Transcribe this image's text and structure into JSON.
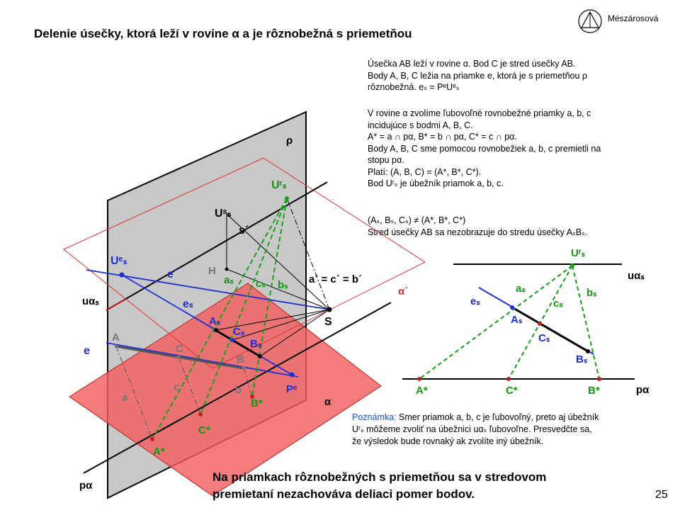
{
  "author": "Mészárosová",
  "title": "Delenie úsečky, ktorá leží v rovine α a je rôznobežná s priemetňou",
  "paragraph1": [
    "Úsečka AB leží v rovine α. Bod C je stred úsečky AB.",
    "Body A, B, C ležia na priamke e, ktorá je s priemetňou ρ",
    "rôznobežná.   eₛ = PᵉUᵉₛ"
  ],
  "paragraph2": [
    "V rovine α zvolíme ľubovoľné rovnobežné priamky a, b, c",
    "incidujúce s bodmi A, B, C.",
    "A* = a ∩ pα, B* = b ∩ pα, C* = c ∩ pα.",
    "Body A, B, C sme pomocou rovnobežiek a, b, c premietli na",
    "stopu pα.",
    "Platí: (A, B, C) = (A*, B*, C*).",
    "Bod Uʳₛ je úbežník priamok a, b, c."
  ],
  "paragraph3": [
    "(Aₛ, Bₛ, Cₛ) ≠ (A*, B*, C*)",
    "Stred úsečky AB sa nezobrazuje do stredu úsečky AₛBₛ."
  ],
  "note_label": "Poznámka:",
  "note_lines": [
    " Smer priamok a, b, c je ľubovoľný, preto aj úbežník",
    "Uʳₛ môžeme zvoliť na úbežnici uαₛ ľubovoľne. Presvedčte sa,",
    "že výsledok bude rovnaký ak zvolíte iný úbežník."
  ],
  "conclusion_lines": [
    "Na priamkach rôznobežných s priemetňou sa v stredovom",
    "premietaní nezachováva deliaci pomer bodov."
  ],
  "page_number": "25",
  "colors": {
    "plane_rho": "#c8c8c8",
    "plane_alpha": "#f25f5f",
    "line_e": "#1f2fd6",
    "green_lines": "#18a018",
    "red_outline": "#e03030",
    "label_blue": "#1f2fd6",
    "label_green": "#159615"
  },
  "left_labels": {
    "rho": "ρ",
    "alpha": "α",
    "alpha_prime": "α´",
    "u_alpha_s": "uαₛ",
    "p_alpha": "pα",
    "e": "e",
    "e_prime": "e´",
    "e_s": "eₛ",
    "s_prime": "s´",
    "S": "S",
    "H": "H",
    "U_e_s": "Uᵉₛ",
    "U_s_s": "Uˢₛ",
    "U_r_s": "Uʳₛ",
    "a_s": "aₛ",
    "c_s": "cₛ",
    "b_s": "bₛ",
    "prime_eq": "a´ = c´ = b´",
    "A_s": "Aₛ",
    "C_s": "Cₛ",
    "B_s": "Bₛ",
    "A": "A",
    "B": "B",
    "C": "C",
    "a": "a",
    "b": "b",
    "c": "c",
    "P_e": "Pᵉ",
    "A_star": "A*",
    "B_star": "B*",
    "C_star": "C*"
  },
  "right_labels": {
    "U_r_s": "Uʳₛ",
    "u_alpha_s": "uαₛ",
    "a_s": "aₛ",
    "b_s": "bₛ",
    "c_s": "cₛ",
    "e_s": "eₛ",
    "A_s": "Aₛ",
    "C_s": "Cₛ",
    "B_s": "Bₛ",
    "A_star": "A*",
    "C_star": "C*",
    "B_star": "B*",
    "p_alpha": "pα"
  }
}
